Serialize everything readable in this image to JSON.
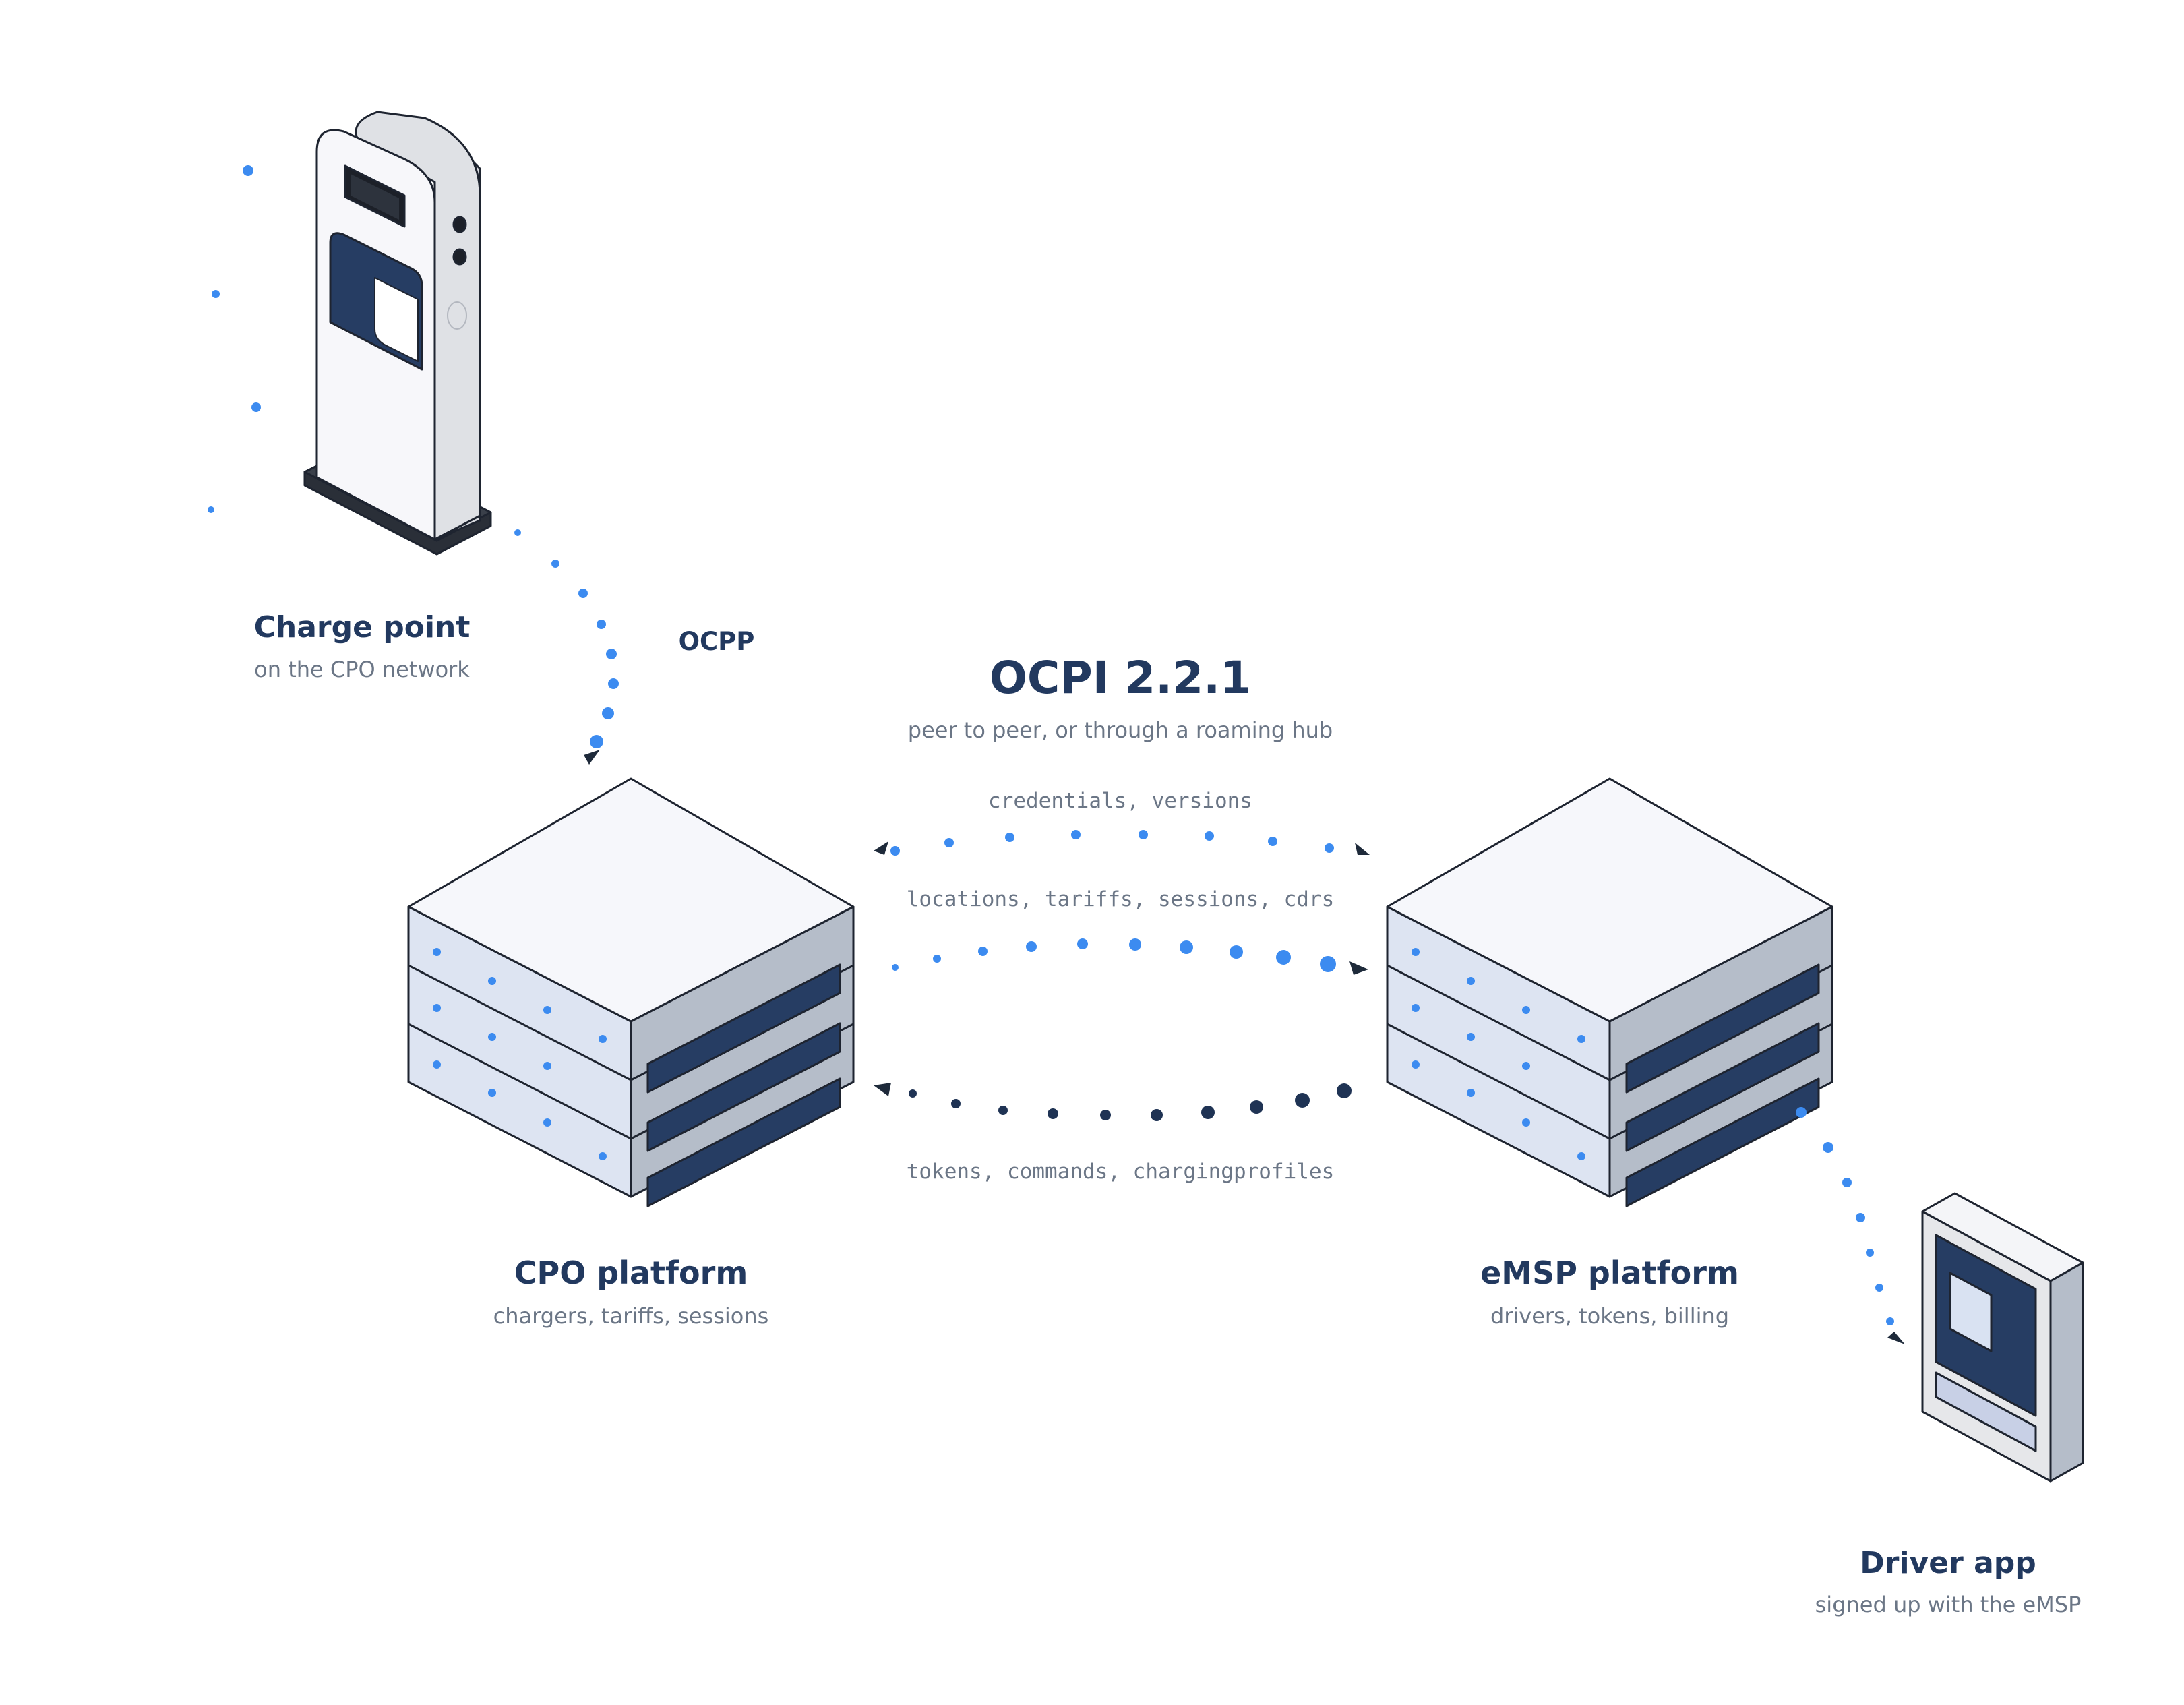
{
  "colors": {
    "navy": "#22395f",
    "dot_blue": "#3c8bf0",
    "dot_dark": "#1f3354",
    "arrow": "#1e2a3a",
    "outline": "#1e2430",
    "face_top": "#f6f7fb",
    "face_side": "#dde4f2",
    "face_right": "#b5bdc9",
    "screen": "#263d63",
    "device_body": "#e6e7ea"
  },
  "charge_point": {
    "title": "Charge point",
    "subtitle": "on the CPO network",
    "icon": "ev-charger-icon"
  },
  "cpo_platform": {
    "title": "CPO platform",
    "subtitle": "chargers, tariffs, sessions",
    "icon": "server-stack-icon"
  },
  "emsp_platform": {
    "title": "eMSP platform",
    "subtitle": "drivers, tokens, billing",
    "icon": "server-stack-icon"
  },
  "driver_app": {
    "title": "Driver app",
    "subtitle": "signed up with the eMSP",
    "icon": "mobile-device-icon"
  },
  "ocpp_label": "OCPP",
  "ocpi": {
    "title": "OCPI 2.2.1",
    "subtitle": "peer to peer, or through a roaming hub"
  },
  "flows": {
    "credentials": "credentials, versions",
    "cpo_to_emsp": "locations, tariffs, sessions, cdrs",
    "emsp_to_cpo": "tokens, commands, chargingprofiles"
  }
}
